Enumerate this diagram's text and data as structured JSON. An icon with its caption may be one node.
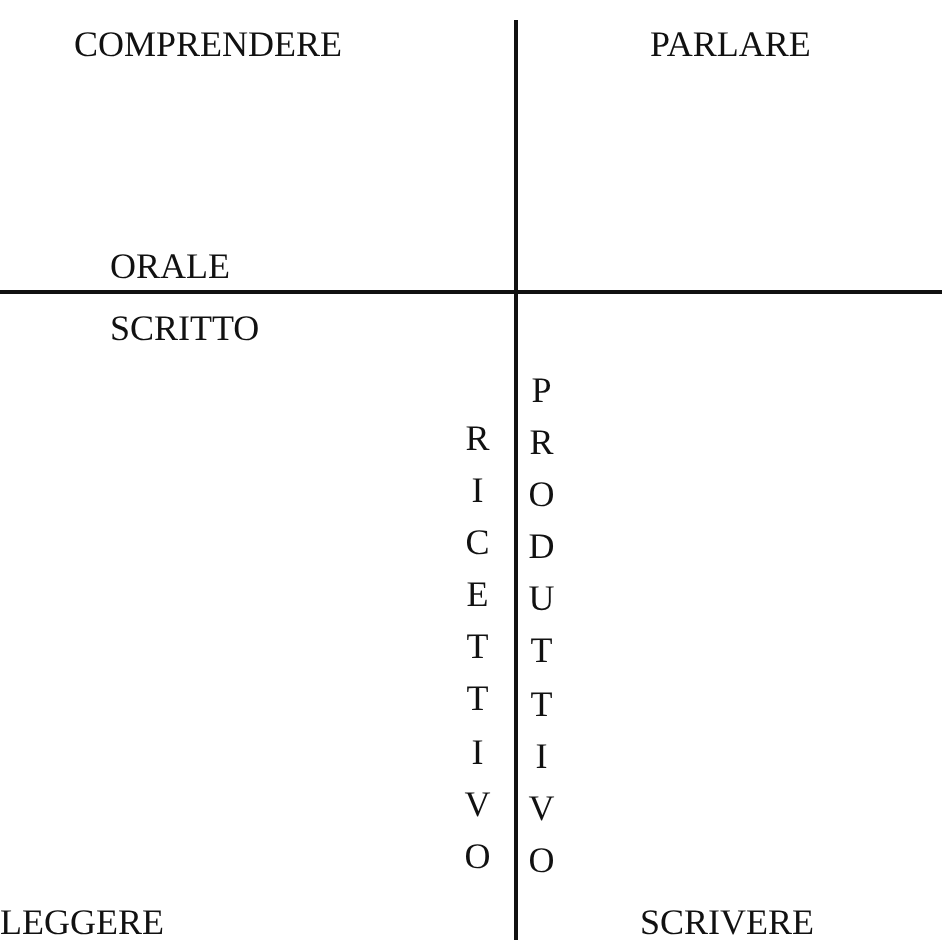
{
  "diagram": {
    "labels": [
      "COMPRENDERE",
      "PARLARE",
      "ORALE",
      "SCRITTO",
      "RICETTIVO",
      "PRODUTTIVO",
      "LEGGERE",
      "SCRIVERE"
    ]
  }
}
